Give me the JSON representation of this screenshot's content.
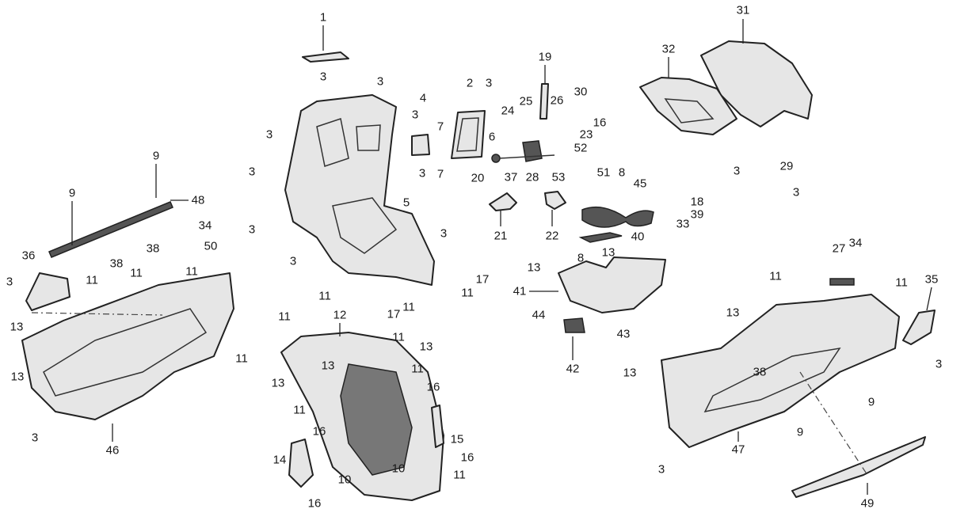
{
  "diagram": {
    "type": "exploded-parts-diagram",
    "callouts": [
      "1",
      "3",
      "3",
      "3",
      "3",
      "3",
      "3",
      "3",
      "3",
      "3",
      "4",
      "7",
      "7",
      "2",
      "3",
      "5",
      "17",
      "17",
      "11",
      "11",
      "11",
      "19",
      "24",
      "25",
      "26",
      "30",
      "16",
      "23",
      "6",
      "52",
      "20",
      "37",
      "28",
      "53",
      "21",
      "22",
      "51",
      "8",
      "45",
      "18",
      "39",
      "33",
      "40",
      "13",
      "8",
      "13",
      "41",
      "44",
      "43",
      "42",
      "31",
      "32",
      "3",
      "29",
      "3",
      "9",
      "9",
      "48",
      "34",
      "50",
      "38",
      "38",
      "36",
      "3",
      "11",
      "11",
      "11",
      "13",
      "13",
      "3",
      "46",
      "11",
      "12",
      "11",
      "13",
      "13",
      "11",
      "11",
      "13",
      "11",
      "16",
      "15",
      "16",
      "16",
      "14",
      "10",
      "10",
      "11",
      "16",
      "27",
      "34",
      "11",
      "11",
      "35",
      "13",
      "13",
      "38",
      "9",
      "9",
      "3",
      "47",
      "49",
      "3"
    ]
  }
}
